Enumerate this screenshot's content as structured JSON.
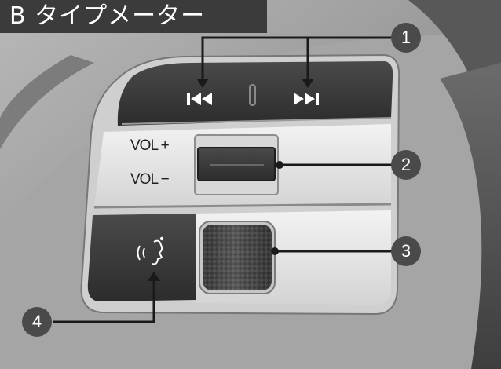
{
  "title": "B タイプメーター",
  "labels": {
    "vol_plus": "VOL +",
    "vol_minus": "VOL −"
  },
  "callouts": [
    "1",
    "2",
    "3",
    "4"
  ],
  "colors": {
    "banner": "#3b3b3b",
    "callout": "#4a4a4a",
    "panel": "#e6e6e6",
    "dark_button": "#3a3a3a"
  },
  "icons": {
    "previous": "skip-back-icon",
    "next": "skip-forward-icon",
    "voice": "voice-command-icon"
  }
}
